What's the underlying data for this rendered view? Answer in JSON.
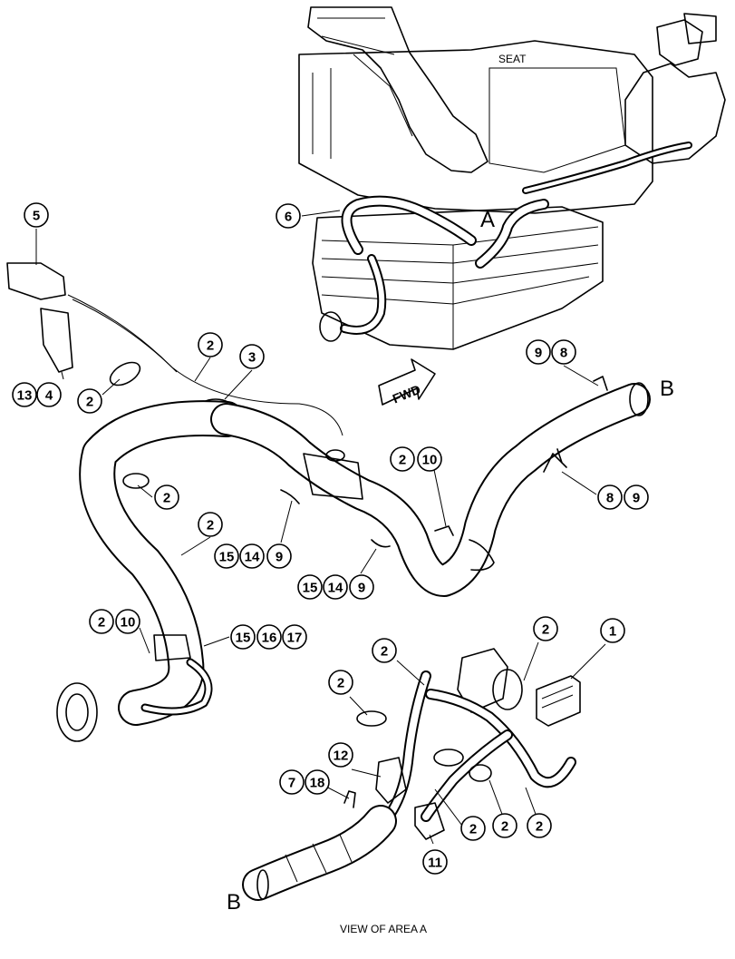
{
  "labels": {
    "seat": "SEAT",
    "area_a": "A",
    "end_b_right": "B",
    "end_b_left": "B",
    "fwd": "FWD",
    "caption": "VIEW OF AREA A"
  },
  "callouts": [
    {
      "id": "c5",
      "text": "5"
    },
    {
      "id": "c6",
      "text": "6"
    },
    {
      "id": "c13",
      "text": "13"
    },
    {
      "id": "c4",
      "text": "4"
    },
    {
      "id": "c2a",
      "text": "2"
    },
    {
      "id": "c2b",
      "text": "2"
    },
    {
      "id": "c3",
      "text": "3"
    },
    {
      "id": "c9a",
      "text": "9"
    },
    {
      "id": "c8a",
      "text": "8"
    },
    {
      "id": "c2c",
      "text": "2"
    },
    {
      "id": "c10a",
      "text": "10"
    },
    {
      "id": "c8b",
      "text": "8"
    },
    {
      "id": "c9b",
      "text": "9"
    },
    {
      "id": "c2d",
      "text": "2"
    },
    {
      "id": "c2e",
      "text": "2"
    },
    {
      "id": "c15a",
      "text": "15"
    },
    {
      "id": "c14a",
      "text": "14"
    },
    {
      "id": "c9c",
      "text": "9"
    },
    {
      "id": "c15b",
      "text": "15"
    },
    {
      "id": "c14b",
      "text": "14"
    },
    {
      "id": "c9d",
      "text": "9"
    },
    {
      "id": "c2f",
      "text": "2"
    },
    {
      "id": "c10b",
      "text": "10"
    },
    {
      "id": "c15c",
      "text": "15"
    },
    {
      "id": "c16",
      "text": "16"
    },
    {
      "id": "c17",
      "text": "17"
    },
    {
      "id": "c2g",
      "text": "2"
    },
    {
      "id": "c1",
      "text": "1"
    },
    {
      "id": "c2h",
      "text": "2"
    },
    {
      "id": "c2i",
      "text": "2"
    },
    {
      "id": "c12",
      "text": "12"
    },
    {
      "id": "c7",
      "text": "7"
    },
    {
      "id": "c18",
      "text": "18"
    },
    {
      "id": "c2j",
      "text": "2"
    },
    {
      "id": "c2k",
      "text": "2"
    },
    {
      "id": "c2l",
      "text": "2"
    },
    {
      "id": "c11",
      "text": "11"
    }
  ]
}
